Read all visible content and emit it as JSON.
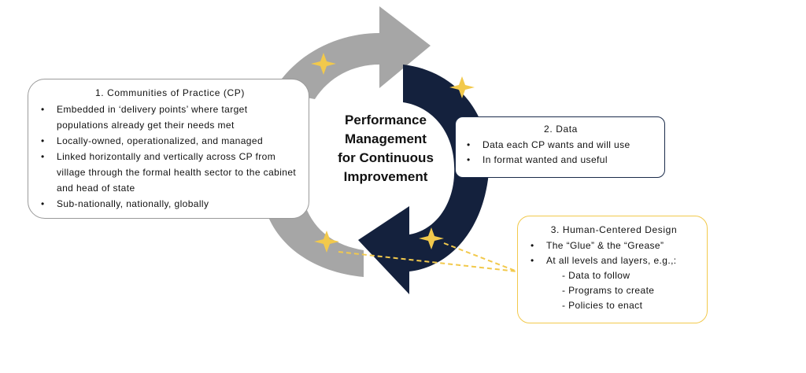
{
  "center_title": {
    "line1": "Performance",
    "line2": "Management",
    "line3": "for Continuous",
    "line4": "Improvement"
  },
  "box1": {
    "title": "1. Communities of Practice (CP)",
    "bullets": [
      "Embedded in ‘delivery points’ where target populations already get their needs met",
      "Locally-owned, operationalized, and managed",
      "Linked horizontally and vertically across CP from village through the formal health sector to the cabinet and head of state",
      "Sub-nationally, nationally, globally"
    ]
  },
  "box2": {
    "title": "2. Data",
    "bullets": [
      "Data each CP wants and will use",
      "In format wanted and useful"
    ]
  },
  "box3": {
    "title": "3. Human-Centered Design",
    "bullets": [
      "The “Glue” & the “Grease”",
      "At all levels and layers, e.g.,:"
    ],
    "sub_items": [
      "- Data to follow",
      "- Programs to create",
      "- Policies to enact"
    ]
  },
  "colors": {
    "gray_arrow": "#a6a6a6",
    "navy_arrow": "#14213d",
    "star": "#f2c94c",
    "gold_border": "#f2c94c",
    "navy_border": "#1b2b4a",
    "gray_border": "#9a9a9a"
  },
  "icons": [
    "star-icon",
    "arrow-shape"
  ]
}
